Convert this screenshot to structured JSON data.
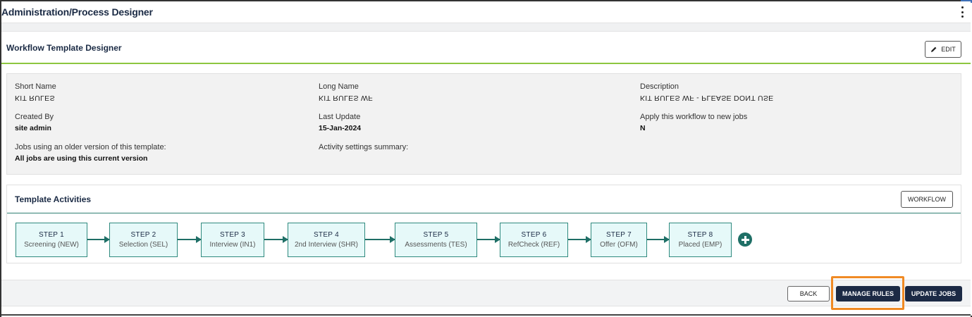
{
  "app": {
    "title": "Administration/Process Designer"
  },
  "card": {
    "title": "Workflow Template Designer",
    "edit_label": "EDIT"
  },
  "info": {
    "short_name_label": "Short Name",
    "short_name_value": "KIT RULES",
    "long_name_label": "Long Name",
    "long_name_value": "KIT RULES WF",
    "description_label": "Description",
    "description_value": "KIT RULES WF - PLEASE DONT USE",
    "created_by_label": "Created By",
    "created_by_value": "site admin",
    "last_update_label": "Last Update",
    "last_update_value": "15-Jan-2024",
    "apply_label": "Apply this workflow to new jobs",
    "apply_value": "N",
    "older_version_label": "Jobs using an older version of this template:",
    "older_version_value": "All jobs are using this current version",
    "activity_summary_label": "Activity settings summary:"
  },
  "activities": {
    "title": "Template Activities",
    "workflow_label": "WORKFLOW",
    "steps": [
      {
        "title": "STEP 1",
        "subtitle": "Screening (NEW)"
      },
      {
        "title": "STEP 2",
        "subtitle": "Selection (SEL)"
      },
      {
        "title": "STEP 3",
        "subtitle": "Interview (IN1)"
      },
      {
        "title": "STEP 4",
        "subtitle": "2nd Interview (SHR)"
      },
      {
        "title": "STEP 5",
        "subtitle": "Assessments (TES)"
      },
      {
        "title": "STEP 6",
        "subtitle": "RefCheck (REF)"
      },
      {
        "title": "STEP 7",
        "subtitle": "Offer (OFM)"
      },
      {
        "title": "STEP 8",
        "subtitle": "Placed (EMP)"
      }
    ]
  },
  "footer": {
    "back_label": "BACK",
    "manage_rules_label": "MANAGE RULES",
    "update_jobs_label": "UPDATE JOBS"
  },
  "colors": {
    "accent_green": "#8dc63f",
    "teal": "#1f6f66",
    "navy": "#1c2a45",
    "highlight_orange": "#f08a24"
  }
}
